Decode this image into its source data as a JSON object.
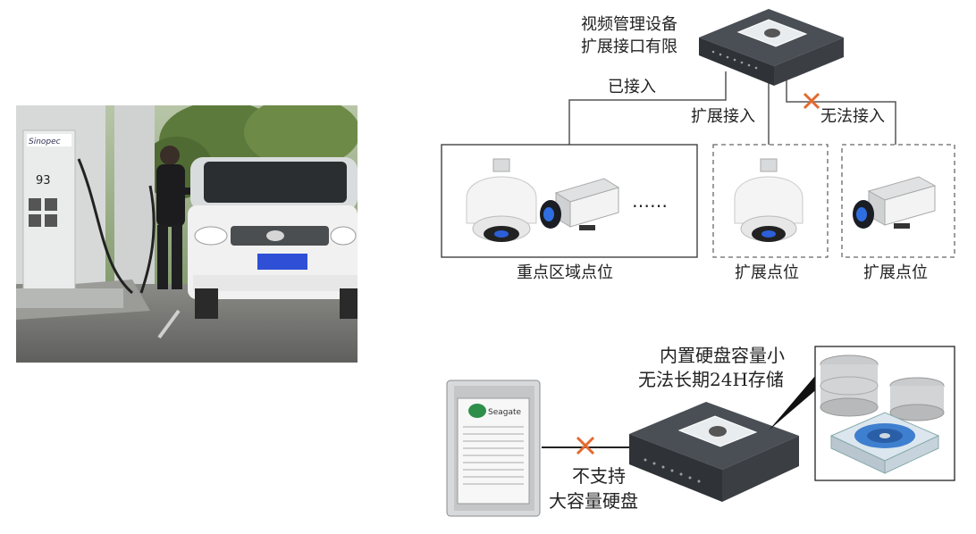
{
  "photo": {
    "pump_number": "93",
    "brand_text": "Sinopec"
  },
  "top_diagram": {
    "nvr_note_line1": "视频管理设备",
    "nvr_note_line2": "扩展接口有限",
    "connected_label": "已接入",
    "expand_label": "扩展接入",
    "blocked_label": "无法接入",
    "key_group_caption": "重点区域点位",
    "ellipsis": "……",
    "expand_caption_1": "扩展点位",
    "expand_caption_2": "扩展点位"
  },
  "bottom_diagram": {
    "storage_note_line1": "内置硬盘容量小",
    "storage_note_line2": "无法长期24H存储",
    "hdd_note_line1": "不支持",
    "hdd_note_line2": "大容量硬盘",
    "hdd_brand": "Seagate"
  },
  "colors": {
    "cross": "#e36a2e",
    "device_dark": "#3b3f44",
    "dashed_border": "#666666"
  }
}
